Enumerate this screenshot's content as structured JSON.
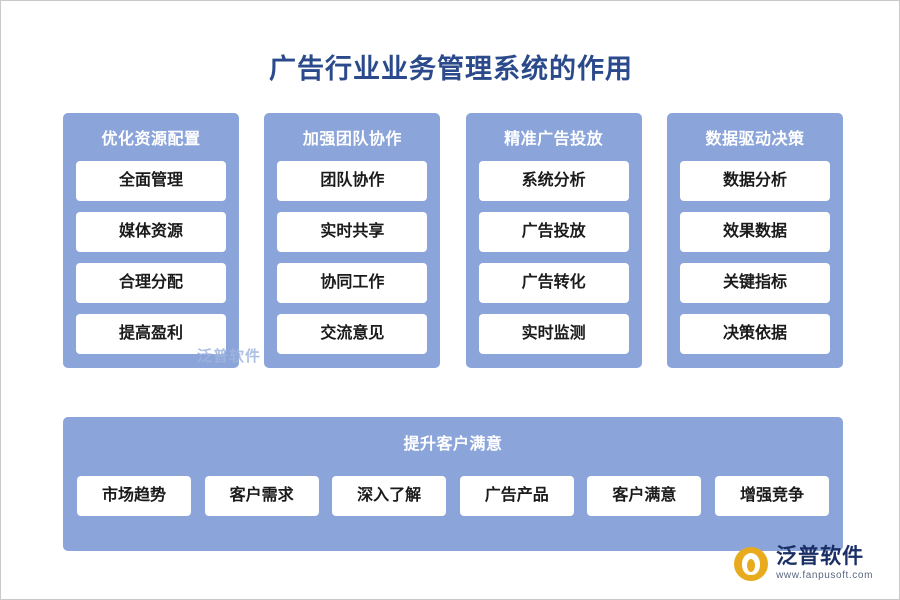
{
  "header": {
    "title": "广告行业业务管理系统的作用"
  },
  "columns": [
    {
      "title": "优化资源配置",
      "items": [
        "全面管理",
        "媒体资源",
        "合理分配",
        "提高盈利"
      ]
    },
    {
      "title": "加强团队协作",
      "items": [
        "团队协作",
        "实时共享",
        "协同工作",
        "交流意见"
      ]
    },
    {
      "title": "精准广告投放",
      "items": [
        "系统分析",
        "广告投放",
        "广告转化",
        "实时监测"
      ]
    },
    {
      "title": "数据驱动决策",
      "items": [
        "数据分析",
        "效果数据",
        "关键指标",
        "决策依据"
      ]
    }
  ],
  "band": {
    "title": "提升客户满意",
    "items": [
      "市场趋势",
      "客户需求",
      "深入了解",
      "广告产品",
      "客户满意",
      "增强竞争"
    ]
  },
  "watermark": {
    "center_text": "泛普软件"
  },
  "logo": {
    "name": "泛普软件",
    "url": "www.fanpusoft.com"
  },
  "colors": {
    "panel": "#8ba4da",
    "title": "#2b4a8b",
    "cell_bg": "#ffffff",
    "cell_text": "#1b1b1b",
    "logo_mark": "#e8ab1e",
    "logo_name": "#1b2f66"
  }
}
